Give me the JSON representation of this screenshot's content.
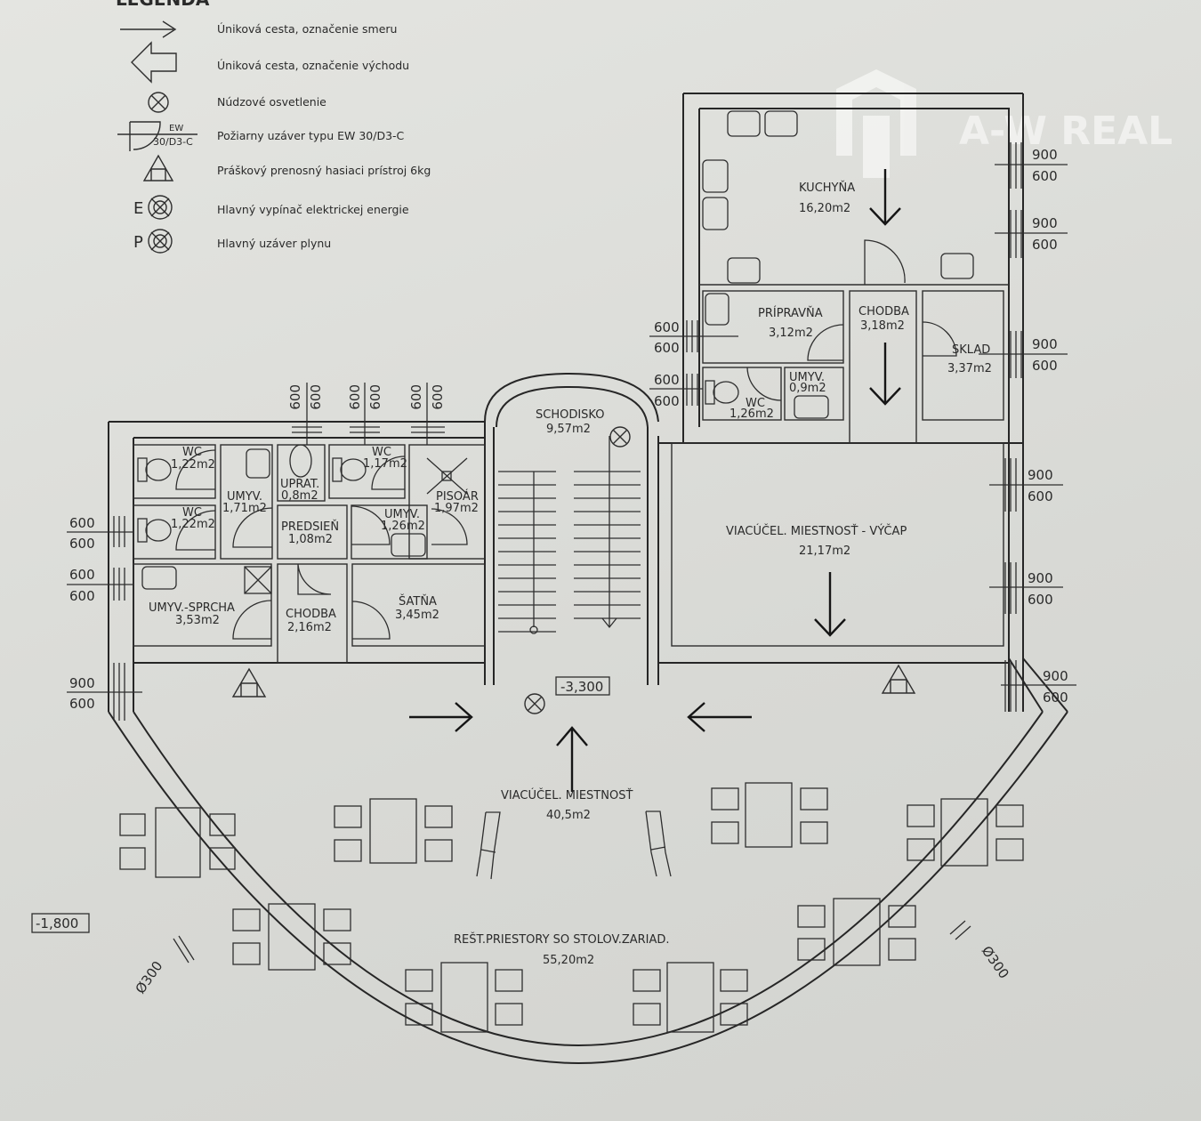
{
  "legend": {
    "title": "LEGENDA",
    "items": [
      {
        "icon": "escape-direction-arrow-icon",
        "text": "Úniková cesta, označenie smeru"
      },
      {
        "icon": "exit-arrow-icon",
        "text": "Úniková cesta, označenie východu"
      },
      {
        "icon": "emergency-light-icon",
        "text": "Núdzové osvetlenie"
      },
      {
        "icon": "fire-door-icon",
        "text": "Požiarny uzáver typu EW 30/D3-C"
      },
      {
        "icon": "fire-extinguisher-icon",
        "text": "Práškový prenosný hasiaci prístroj 6kg"
      },
      {
        "icon": "main-power-switch-icon",
        "text": "Hlavný vypínač elektrickej energie"
      },
      {
        "icon": "main-gas-valve-icon",
        "text": "Hlavný uzáver plynu"
      }
    ],
    "fire_door_top": "EW",
    "fire_door_bottom": "30/D3-C",
    "switch_letter": "E",
    "gas_letter": "P"
  },
  "watermark": "A-W REAL",
  "rooms": [
    {
      "name": "WC",
      "area": "1,22m2"
    },
    {
      "name": "WC",
      "area": "1,22m2"
    },
    {
      "name": "UMYV.",
      "area": "1,71m2"
    },
    {
      "name": "UPRAT.",
      "area": "0,8m2"
    },
    {
      "name": "WC",
      "area": "1,17m2"
    },
    {
      "name": "PISOÁR",
      "area": "1,97m2"
    },
    {
      "name": "PREDSIEŇ",
      "area": "1,08m2"
    },
    {
      "name": "UMYV.",
      "area": "1,26m2"
    },
    {
      "name": "UMYV.-SPRCHA",
      "area": "3,53m2"
    },
    {
      "name": "CHODBA",
      "area": "2,16m2"
    },
    {
      "name": "ŠATŇA",
      "area": "3,45m2"
    },
    {
      "name": "SCHODISKO",
      "area": "9,57m2"
    },
    {
      "name": "KUCHYŇA",
      "area": "16,20m2"
    },
    {
      "name": "PRÍPRAVŇA",
      "area": "3,12m2"
    },
    {
      "name": "CHODBA",
      "area": "3,18m2"
    },
    {
      "name": "SKLAD",
      "area": "3,37m2"
    },
    {
      "name": "WC",
      "area": "1,26m2"
    },
    {
      "name": "UMYV.",
      "area": "0,9m2"
    },
    {
      "name": "VIACÚČEL. MIESTNOSŤ - VÝČAP",
      "area": "21,17m2"
    },
    {
      "name": "VIACÚČEL. MIESTNOSŤ",
      "area": "40,5m2"
    },
    {
      "name": "REŠT.PRIESTORY SO STOLOV.ZARIAD.",
      "area": "55,20m2"
    }
  ],
  "windows": [
    {
      "top": "600",
      "bottom": "600"
    },
    {
      "top": "600",
      "bottom": "600"
    },
    {
      "top": "900",
      "bottom": "600"
    },
    {
      "top": "600",
      "bottom": "600"
    },
    {
      "top": "600",
      "bottom": "600"
    },
    {
      "top": "600",
      "bottom": "600"
    },
    {
      "top": "600",
      "bottom": "600"
    },
    {
      "top": "600",
      "bottom": "600"
    },
    {
      "top": "900",
      "bottom": "600"
    },
    {
      "top": "900",
      "bottom": "600"
    },
    {
      "top": "900",
      "bottom": "600"
    },
    {
      "top": "900",
      "bottom": "600"
    },
    {
      "top": "900",
      "bottom": "600"
    },
    {
      "top": "900",
      "bottom": "600"
    }
  ],
  "levels": {
    "floor": "-3,300",
    "outside": "-1,800"
  },
  "columns": {
    "left": "Ø300",
    "right": "Ø300"
  }
}
